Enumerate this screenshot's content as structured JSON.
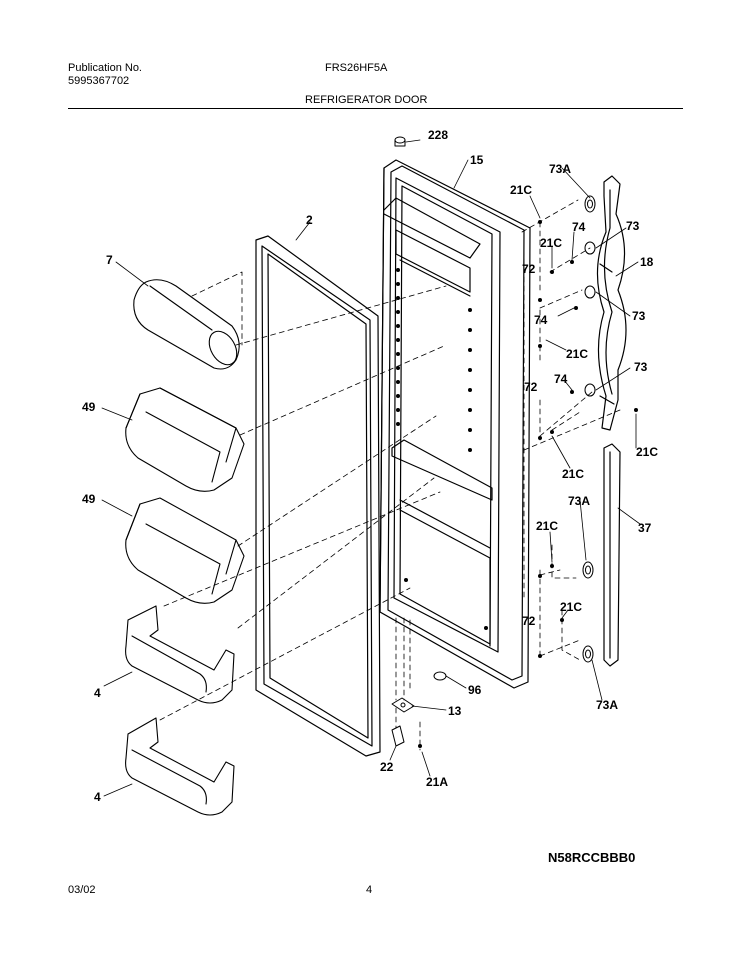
{
  "header": {
    "publication_label": "Publication No.",
    "publication_number": "5995367702",
    "model": "FRS26HF5A",
    "section_title": "REFRIGERATOR DOOR"
  },
  "callouts": {
    "c228": "228",
    "c15": "15",
    "c73A_top": "73A",
    "c21C_a": "21C",
    "c74_a": "74",
    "c73_a": "73",
    "c2": "2",
    "c21C_b": "21C",
    "c7": "7",
    "c72_a": "72",
    "c18": "18",
    "c74_b": "74",
    "c73_b": "73",
    "c21C_c": "21C",
    "c72_b": "72",
    "c74_c": "74",
    "c73_c": "73",
    "c49_a": "49",
    "c21C_d": "21C",
    "c21C_e": "21C",
    "c49_b": "49",
    "c73A_mid": "73A",
    "c37": "37",
    "c21C_f": "21C",
    "c21C_g": "21C",
    "c72_c": "72",
    "c4_a": "4",
    "c96": "96",
    "c73A_bot": "73A",
    "c13": "13",
    "c4_b": "4",
    "c22": "22",
    "c21A": "21A"
  },
  "diagram_code": "N58RCCBBB0",
  "footer": {
    "date": "03/02",
    "page": "4"
  }
}
